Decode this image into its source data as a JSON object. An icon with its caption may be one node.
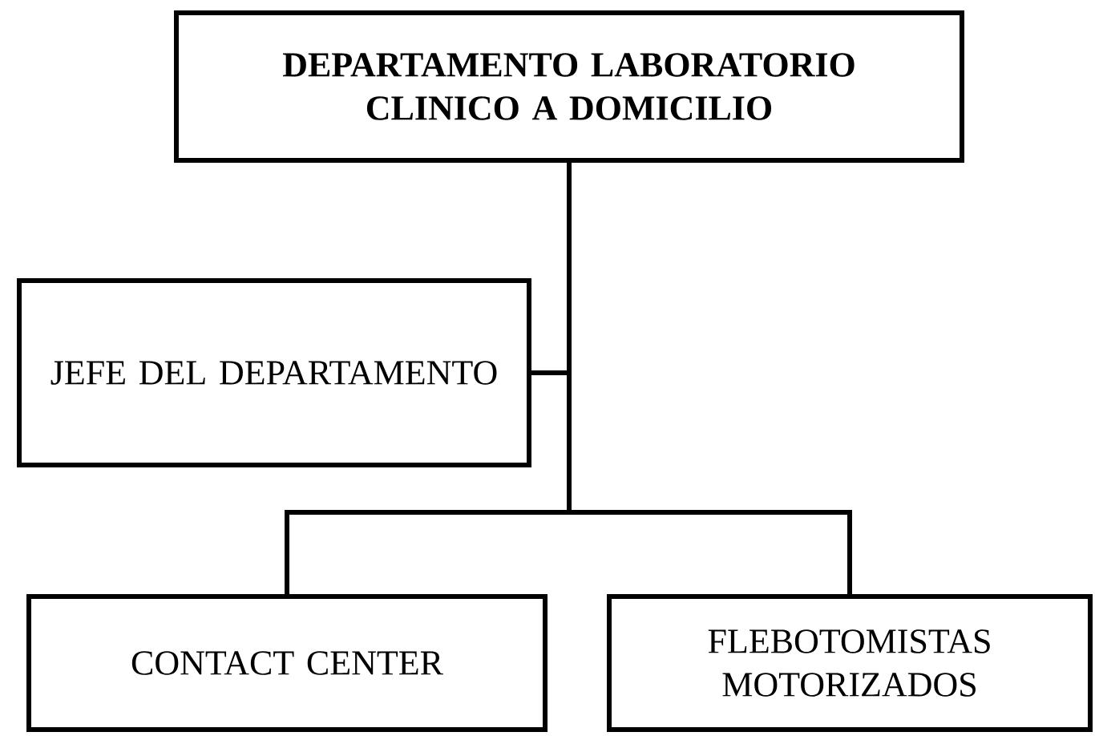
{
  "diagram": {
    "nodes": [
      {
        "text": [
          "DEPARTAMENTO LABORATORIO CLINICO A DOMICILIO"
        ]
      },
      {
        "text": [
          "JEFE DEL DEPARTAMENTO"
        ]
      },
      {
        "text": [
          "CONTACT CENTER"
        ]
      },
      {
        "text": [
          "FLEBOTOMISTAS MOTORIZADOS"
        ]
      }
    ],
    "edges": [
      {
        "from": 0,
        "to": 1,
        "arrow": "none"
      },
      {
        "from": 0,
        "to": 2,
        "arrow": "none"
      },
      {
        "from": 0,
        "to": 3,
        "arrow": "none"
      }
    ]
  }
}
